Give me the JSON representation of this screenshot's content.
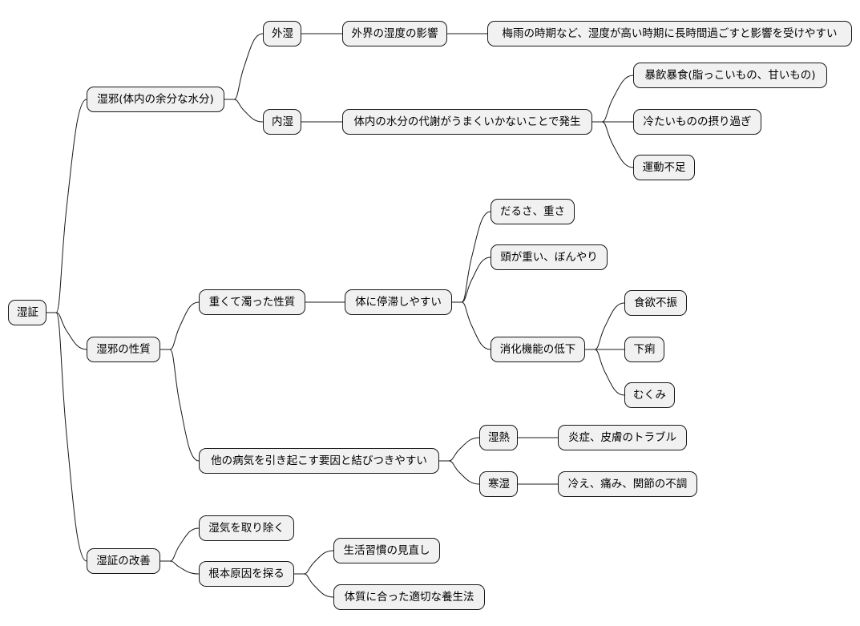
{
  "mindmap": {
    "root": "湿証",
    "branches": [
      {
        "label": "湿邪(体内の余分な水分)",
        "children": [
          {
            "label": "外湿",
            "children": [
              {
                "label": "外界の湿度の影響",
                "children": [
                  {
                    "label": "梅雨の時期など、湿度が高い時期に長時間過ごすと影響を受けやすい"
                  }
                ]
              }
            ]
          },
          {
            "label": "内湿",
            "children": [
              {
                "label": "体内の水分の代謝がうまくいかないことで発生",
                "children": [
                  {
                    "label": "暴飲暴食(脂っこいもの、甘いもの)"
                  },
                  {
                    "label": "冷たいものの摂り過ぎ"
                  },
                  {
                    "label": "運動不足"
                  }
                ]
              }
            ]
          }
        ]
      },
      {
        "label": "湿邪の性質",
        "children": [
          {
            "label": "重くて濁った性質",
            "children": [
              {
                "label": "体に停滞しやすい",
                "children": [
                  {
                    "label": "だるさ、重さ"
                  },
                  {
                    "label": "頭が重い、ぼんやり"
                  },
                  {
                    "label": "消化機能の低下",
                    "children": [
                      {
                        "label": "食欲不振"
                      },
                      {
                        "label": "下痢"
                      },
                      {
                        "label": "むくみ"
                      }
                    ]
                  }
                ]
              }
            ]
          },
          {
            "label": "他の病気を引き起こす要因と結びつきやすい",
            "children": [
              {
                "label": "湿熱",
                "children": [
                  {
                    "label": "炎症、皮膚のトラブル"
                  }
                ]
              },
              {
                "label": "寒湿",
                "children": [
                  {
                    "label": "冷え、痛み、関節の不調"
                  }
                ]
              }
            ]
          }
        ]
      },
      {
        "label": "湿証の改善",
        "children": [
          {
            "label": "湿気を取り除く"
          },
          {
            "label": "根本原因を探る",
            "children": [
              {
                "label": "生活習慣の見直し"
              },
              {
                "label": "体質に合った適切な養生法"
              }
            ]
          }
        ]
      }
    ]
  }
}
